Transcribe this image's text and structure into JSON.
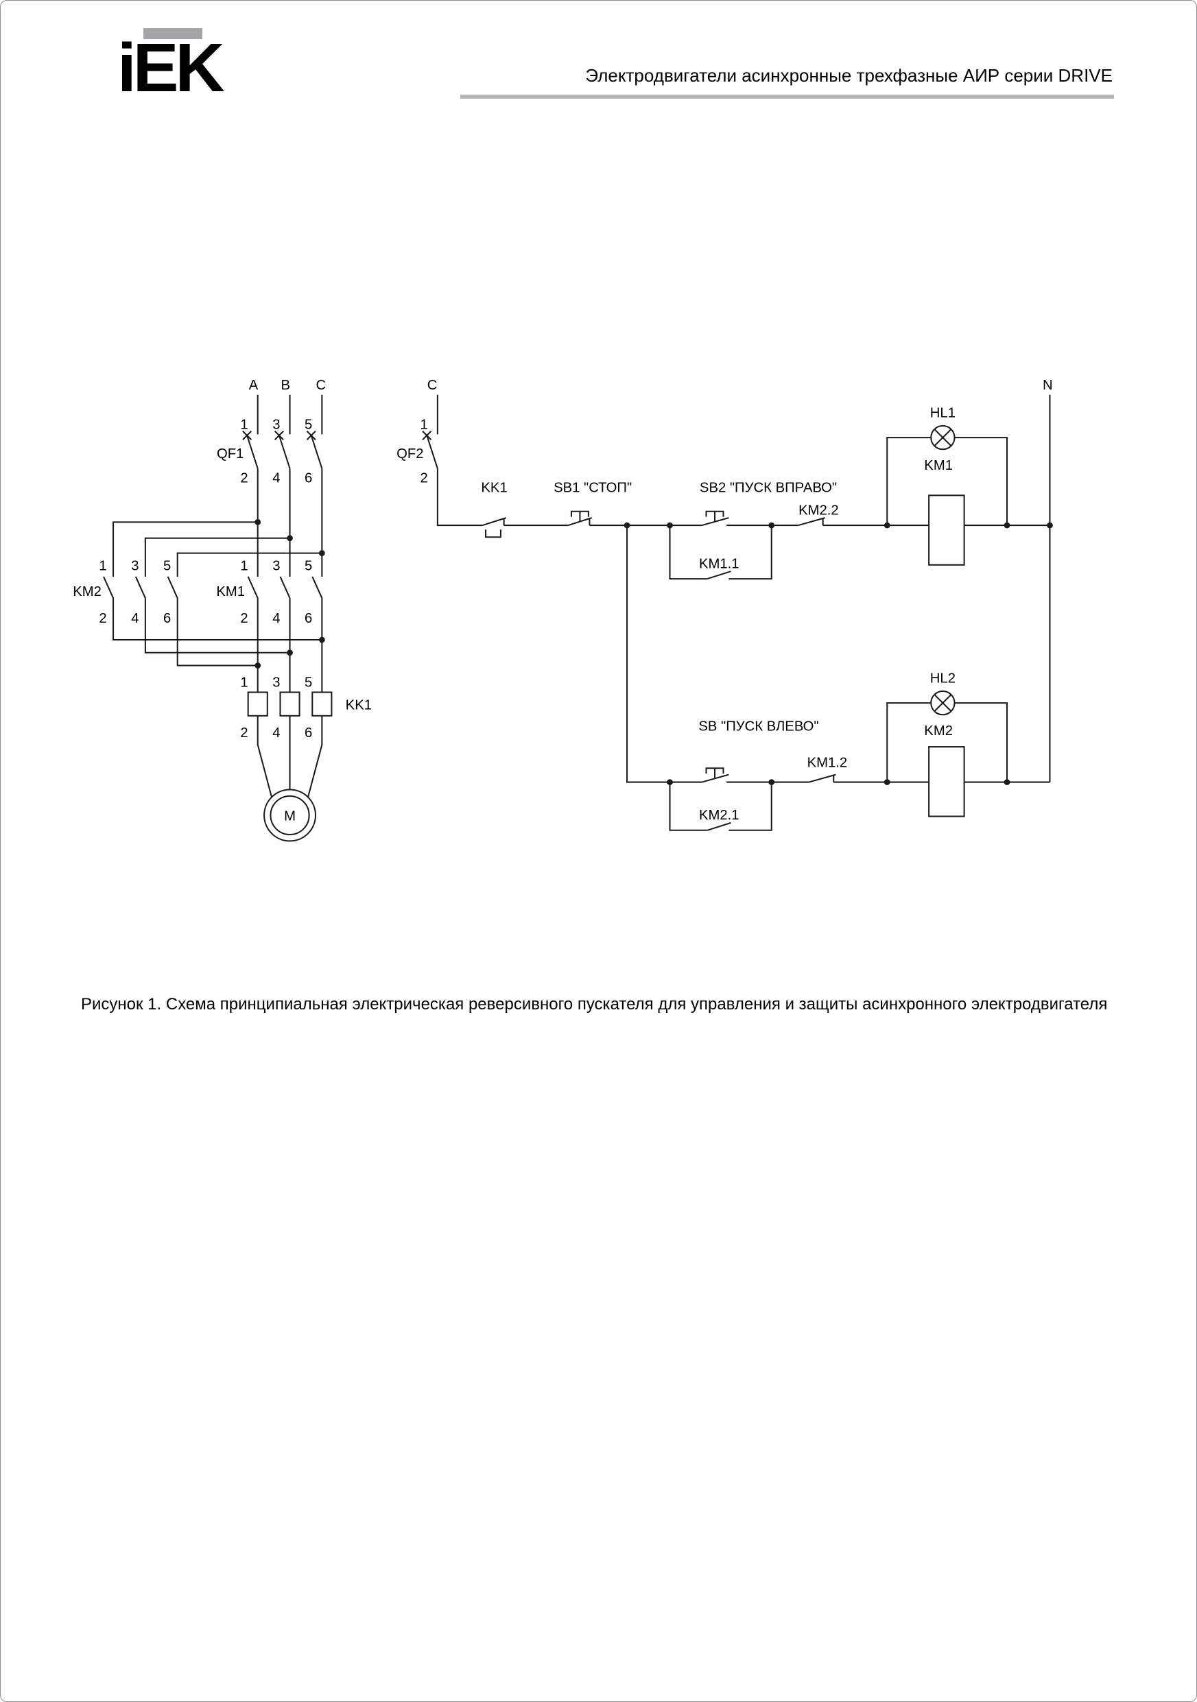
{
  "header": {
    "logo": "iEK",
    "title": "Электродвигатели асинхронные трехфазные АИР серии DRIVE"
  },
  "figure": {
    "caption": "Рисунок 1. Схема принципиальная электрическая реверсивного пускателя для управления и защиты асинхронного электродвигателя"
  },
  "diagram": {
    "type": "electrical-schematic",
    "power": {
      "phase_labels": [
        "A",
        "B",
        "C"
      ],
      "breaker_label": "QF1",
      "contactor_left_label": "KM2",
      "contactor_right_label": "KM1",
      "thermal_relay_label": "KK1",
      "motor_label": "M",
      "terminals_top": [
        "1",
        "3",
        "5"
      ],
      "terminals_bottom": [
        "2",
        "4",
        "6"
      ]
    },
    "control": {
      "phase_label": "C",
      "neutral_label": "N",
      "breaker_label": "QF2",
      "breaker_terminals": [
        "1",
        "2"
      ],
      "thermal_contact_label": "KK1",
      "stop_button_label": "SB1 \"СТОП\"",
      "start_right_label": "SB2 \"ПУСК ВПРАВО\"",
      "start_left_label": "SB \"ПУСК ВЛЕВО\"",
      "seal_in_right_label": "KM1.1",
      "seal_in_left_label": "KM2.1",
      "interlock_right_label": "KM2.2",
      "interlock_left_label": "KM1.2",
      "lamp_right_label": "HL1",
      "lamp_left_label": "HL2",
      "coil_right_label": "KM1",
      "coil_left_label": "KM2"
    }
  },
  "colors": {
    "line": "#1a1a1a",
    "logo_bar": "#a2a4a7",
    "header_rule": "#b4b6b8"
  }
}
